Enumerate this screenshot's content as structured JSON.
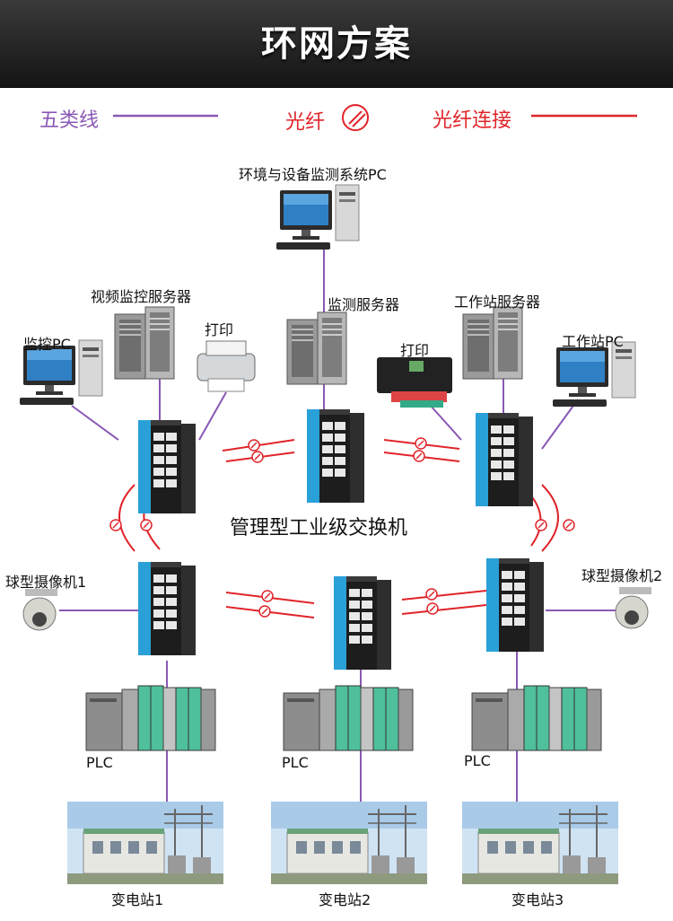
{
  "title": "环网方案",
  "legend": {
    "twisted_pair": "五类线",
    "fiber": "光纤",
    "fiber_link": "光纤连接",
    "colors": {
      "twisted_pair": "#8a58b5",
      "fiber": "#e0242a"
    }
  },
  "devices": {
    "monitor_system_pc": "环境与设备监测系统PC",
    "video_server": "视频监控服务器",
    "monitor_pc": "监控PC",
    "printer_left": "打印",
    "monitor_server": "监测服务器",
    "printer_right": "打印",
    "workstation_server": "工作站服务器",
    "workstation_pc": "工作站PC",
    "switch_label": "管理型工业级交换机",
    "camera_1": "球型摄像机1",
    "camera_2": "球型摄像机2",
    "plc": [
      "PLC",
      "PLC",
      "PLC"
    ],
    "substations": [
      "变电站1",
      "变电站2",
      "变电站3"
    ]
  }
}
